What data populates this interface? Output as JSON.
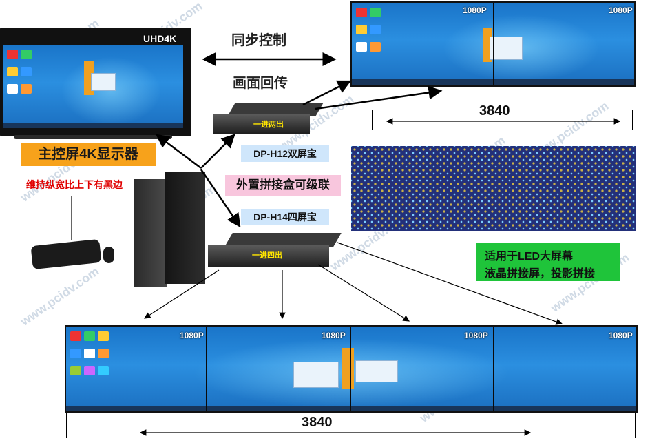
{
  "main_monitor": {
    "badge": "UHD4K",
    "caption": "主控屏4K显示器",
    "subcaption": "维持纵宽比上下有黑边"
  },
  "sync": {
    "control": "同步控制",
    "echo": "画面回传"
  },
  "top_wall": {
    "resolutions": [
      "1080P",
      "1080P"
    ],
    "width_label": "3840"
  },
  "boxes": {
    "h12_device_label": "一进两出",
    "h12_name": "DP-H12双屏宝",
    "cascade": "外置拼接盒可级联",
    "h14_name": "DP-H14四屏宝",
    "h14_device_label": "一进四出"
  },
  "led_wall": {
    "note_line1": "适用于LED大屏幕",
    "note_line2": "液晶拼接屏，投影拼接"
  },
  "bottom_wall": {
    "resolutions": [
      "1080P",
      "1080P",
      "1080P",
      "1080P"
    ],
    "width_label": "3840"
  },
  "colors": {
    "orange": "#f7a21b",
    "blue_label": "#cfe6fb",
    "pink_label": "#f8c6dd",
    "green_note": "#1fc43a",
    "caption_red": "#e00000"
  }
}
